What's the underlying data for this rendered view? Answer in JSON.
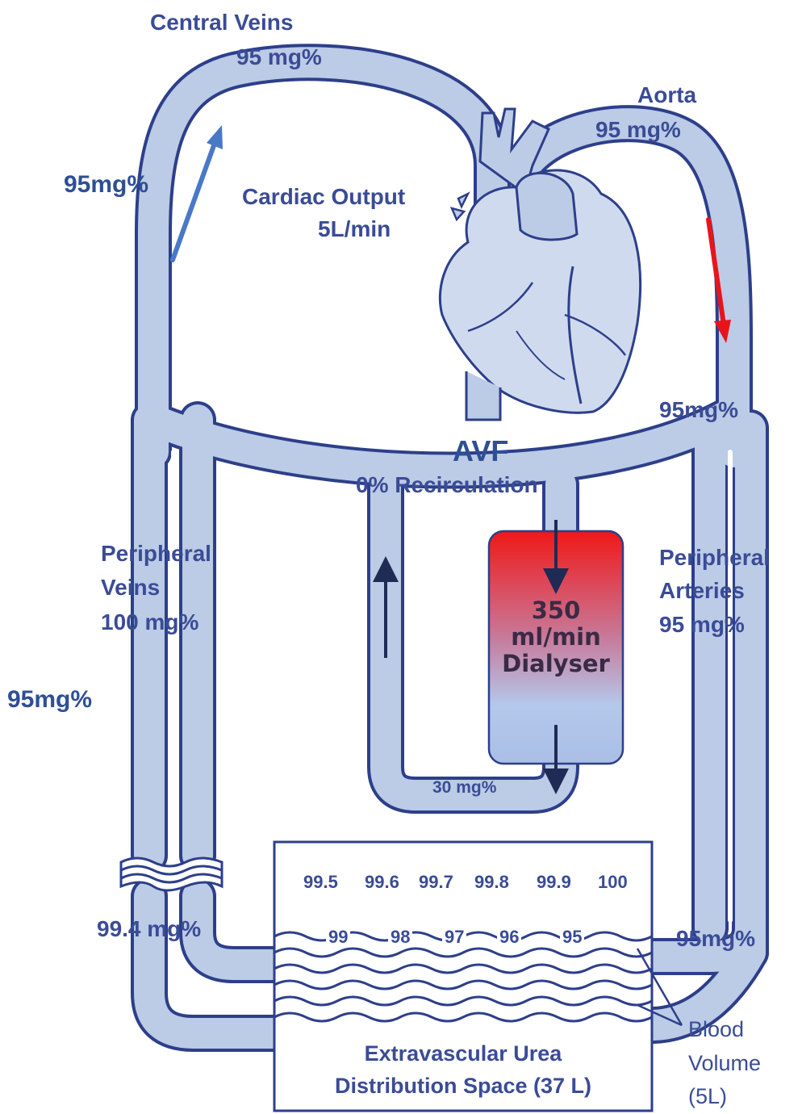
{
  "labels": {
    "central_veins": "Central Veins",
    "central_veins_conc": "95 mg%",
    "aorta": "Aorta",
    "aorta_conc": "95 mg%",
    "cardiac_output_line1": "Cardiac Output",
    "cardiac_output_line2": "5L/min",
    "left_upper_conc": "95mg%",
    "right_upper_conc": "95mg%",
    "avf": "AVF",
    "recirculation": "0% Recirculation",
    "peripheral_veins_line1": "Peripheral",
    "peripheral_veins_line2": "Veins",
    "peripheral_veins_conc": "100 mg%",
    "peripheral_arteries_line1": "Peripheral",
    "peripheral_arteries_line2": "Arteries",
    "peripheral_arteries_conc": "95 mg%",
    "left_middle_conc": "95mg%",
    "dialyser_flow_line1": "350",
    "dialyser_flow_line2": "ml/min",
    "dialyser_label": "Dialyser",
    "return_line_conc": "30 mg%",
    "lower_left_conc": "99.4 mg%",
    "lower_right_conc": "95mg%",
    "gradient_upper": [
      "99.5",
      "99.6",
      "99.7",
      "99.8",
      "99.9",
      "100"
    ],
    "gradient_lower": [
      "99",
      "98",
      "97",
      "96",
      "95"
    ],
    "extravascular_line1": "Extravascular Urea",
    "extravascular_line2": "Distribution Space (37 L)",
    "blood_volume_line1": "Blood",
    "blood_volume_line2": "Volume",
    "blood_volume_line3": "(5L)"
  },
  "colors": {
    "vessel_fill": "#bccbe6",
    "vessel_outline": "#2d3f8a",
    "venous_flow_arrow": "#4a78c8",
    "arterial_flow_arrow": "#e8141c",
    "dialyser_top": "#f01818",
    "dialyser_bottom": "#b4c8ec"
  }
}
